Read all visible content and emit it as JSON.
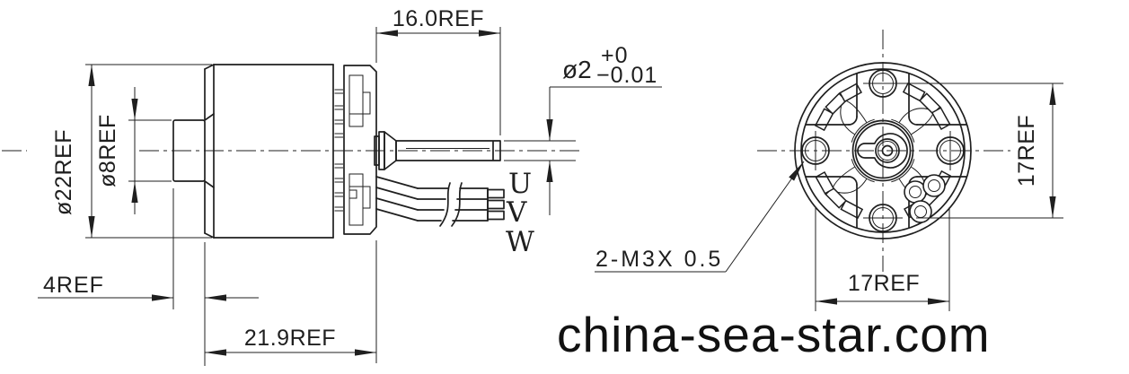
{
  "drawing": {
    "colors": {
      "line": "#1f1f1f",
      "background": "#ffffff"
    },
    "side_view": {
      "dim_body_dia": "ø22REF",
      "dim_boss_dia": "ø8REF",
      "dim_boss_len": "4REF",
      "dim_body_len": "21.9REF",
      "dim_shaft_len": "16.0REF",
      "dim_shaft_dia": "ø2",
      "tol_plus": "+0",
      "tol_minus": "−0.01",
      "wire_labels": [
        "U",
        "V",
        "W"
      ]
    },
    "front_view": {
      "dim_hole_span_vertical": "17REF",
      "dim_hole_span_horizontal": "17REF",
      "thread_callout": "2-M3X 0.5"
    },
    "watermark": "china-sea-star.com"
  }
}
